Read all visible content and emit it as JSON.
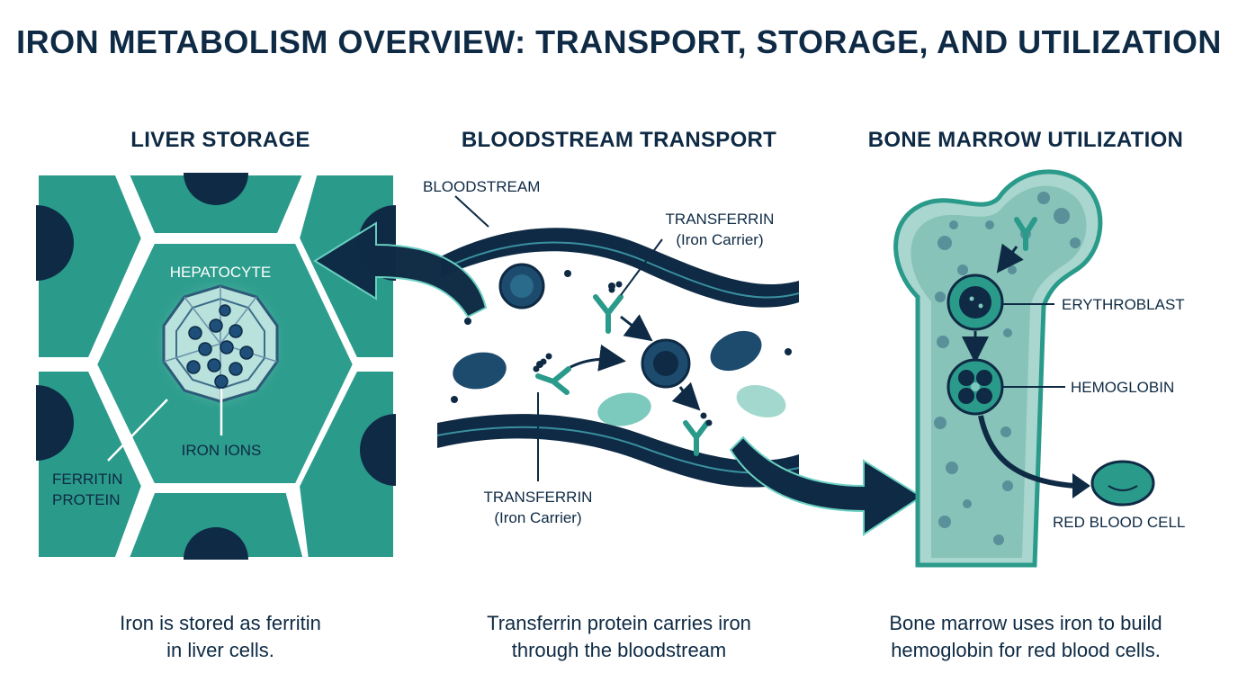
{
  "title": "IRON METABOLISM OVERVIEW: TRANSPORT, STORAGE, AND UTILIZATION",
  "panels": {
    "liver": {
      "title": "LIVER STORAGE",
      "labels": {
        "hepatocyte": "HEPATOCYTE",
        "iron_ions": "IRON IONS",
        "ferritin_line1": "FERRITIN",
        "ferritin_line2": "PROTEIN"
      },
      "caption_line1": "Iron is stored as ferritin",
      "caption_line2": "in liver cells."
    },
    "blood": {
      "title": "BLOODSTREAM TRANSPORT",
      "labels": {
        "bloodstream": "BLOODSTREAM",
        "transferrin_top": "TRANSFERRIN",
        "transferrin_top_sub": "(Iron Carrier)",
        "transferrin_bottom": "TRANSFERRIN",
        "transferrin_bottom_sub": "(Iron Carrier)"
      },
      "caption_line1": "Transferrin protein carries iron",
      "caption_line2": "through the bloodstream"
    },
    "marrow": {
      "title": "BONE MARROW UTILIZATION",
      "labels": {
        "erythroblast": "ERYTHROBLAST",
        "hemoglobin": "HEMOGLOBIN",
        "red_blood_cell": "RED BLOOD CELL"
      },
      "caption_line1": "Bone marrow uses iron to build",
      "caption_line2": "hemoglobin for red blood cells."
    }
  },
  "colors": {
    "navy": "#0e2a44",
    "teal": "#2a9a8a",
    "teal_light": "#7cc9bd",
    "bone": "#b9dcd6"
  }
}
